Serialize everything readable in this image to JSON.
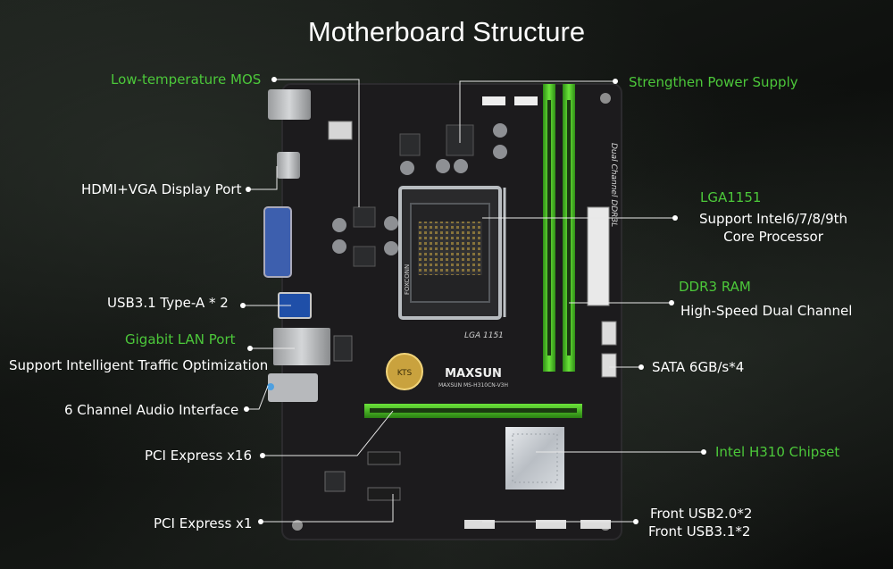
{
  "title": "Motherboard Structure",
  "board": {
    "brand": "MAXSUN",
    "model": "MAXSUN MS-H310CN-V3H",
    "socket_text": "LGA 1151",
    "vendor_text": "FOXCONN",
    "dimm_text": "Dual Channel DDR3L",
    "battery_text": "KTS"
  },
  "labels": {
    "low_mos": "Low-temperature MOS",
    "power_supply": "Strengthen Power Supply",
    "hdmi_vga": "HDMI+VGA Display Port",
    "lga_title": "LGA1151",
    "lga_desc_1": "Support Intel6/7/8/9th",
    "lga_desc_2": "Core Processor",
    "usb31": "USB3.1 Type-A * 2",
    "ddr3_title": "DDR3 RAM",
    "ddr3_desc": "High-Speed Dual Channel",
    "lan_title": "Gigabit LAN Port",
    "lan_desc": "Support Intelligent Traffic Optimization",
    "sata": "SATA 6GB/s*4",
    "audio": "6 Channel Audio Interface",
    "pcie16": "PCI Express x16",
    "chipset": "Intel H310 Chipset",
    "pcie1": "PCI Express x1",
    "front_usb_1": "Front USB2.0*2",
    "front_usb_2": "Front USB3.1*2"
  },
  "colors": {
    "accent_green": "#4cc83a",
    "text_white": "#ffffff",
    "pcb": "#1c1b1c",
    "slot_green": "#53d22a"
  }
}
